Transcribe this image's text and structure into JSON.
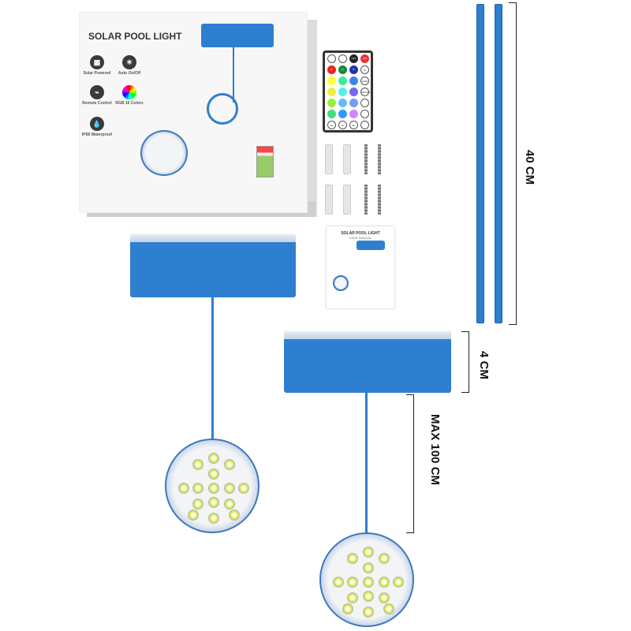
{
  "box": {
    "title": "SOLAR POOL LIGHT",
    "features": [
      {
        "icon": "solar-panel-icon",
        "label": "Solar Powered"
      },
      {
        "icon": "sun-icon",
        "label": "Auto On/Off"
      },
      {
        "icon": "remote-icon",
        "label": "Remote Control"
      },
      {
        "icon": "rgb-icon",
        "label": "RGB 16 Colors"
      },
      {
        "icon": "water-drop-icon",
        "label": "IP68 Waterproof"
      }
    ]
  },
  "remote": {
    "off": "OFF",
    "on": "ON",
    "r": "R",
    "g": "G",
    "b": "B",
    "w": "W",
    "fade": "FADE",
    "smooth": "SMOOTH",
    "t1": "2H",
    "t2": "4H",
    "t3": "8H"
  },
  "manual": {
    "title": "SOLAR POOL LIGHT",
    "subtitle": "USER MANUAL"
  },
  "dimensions": {
    "strap_length": "40 CM",
    "solar_height": "4 CM",
    "cable_length": "MAX 100 CM"
  },
  "colors": {
    "product_blue": "#2f7fd0"
  }
}
